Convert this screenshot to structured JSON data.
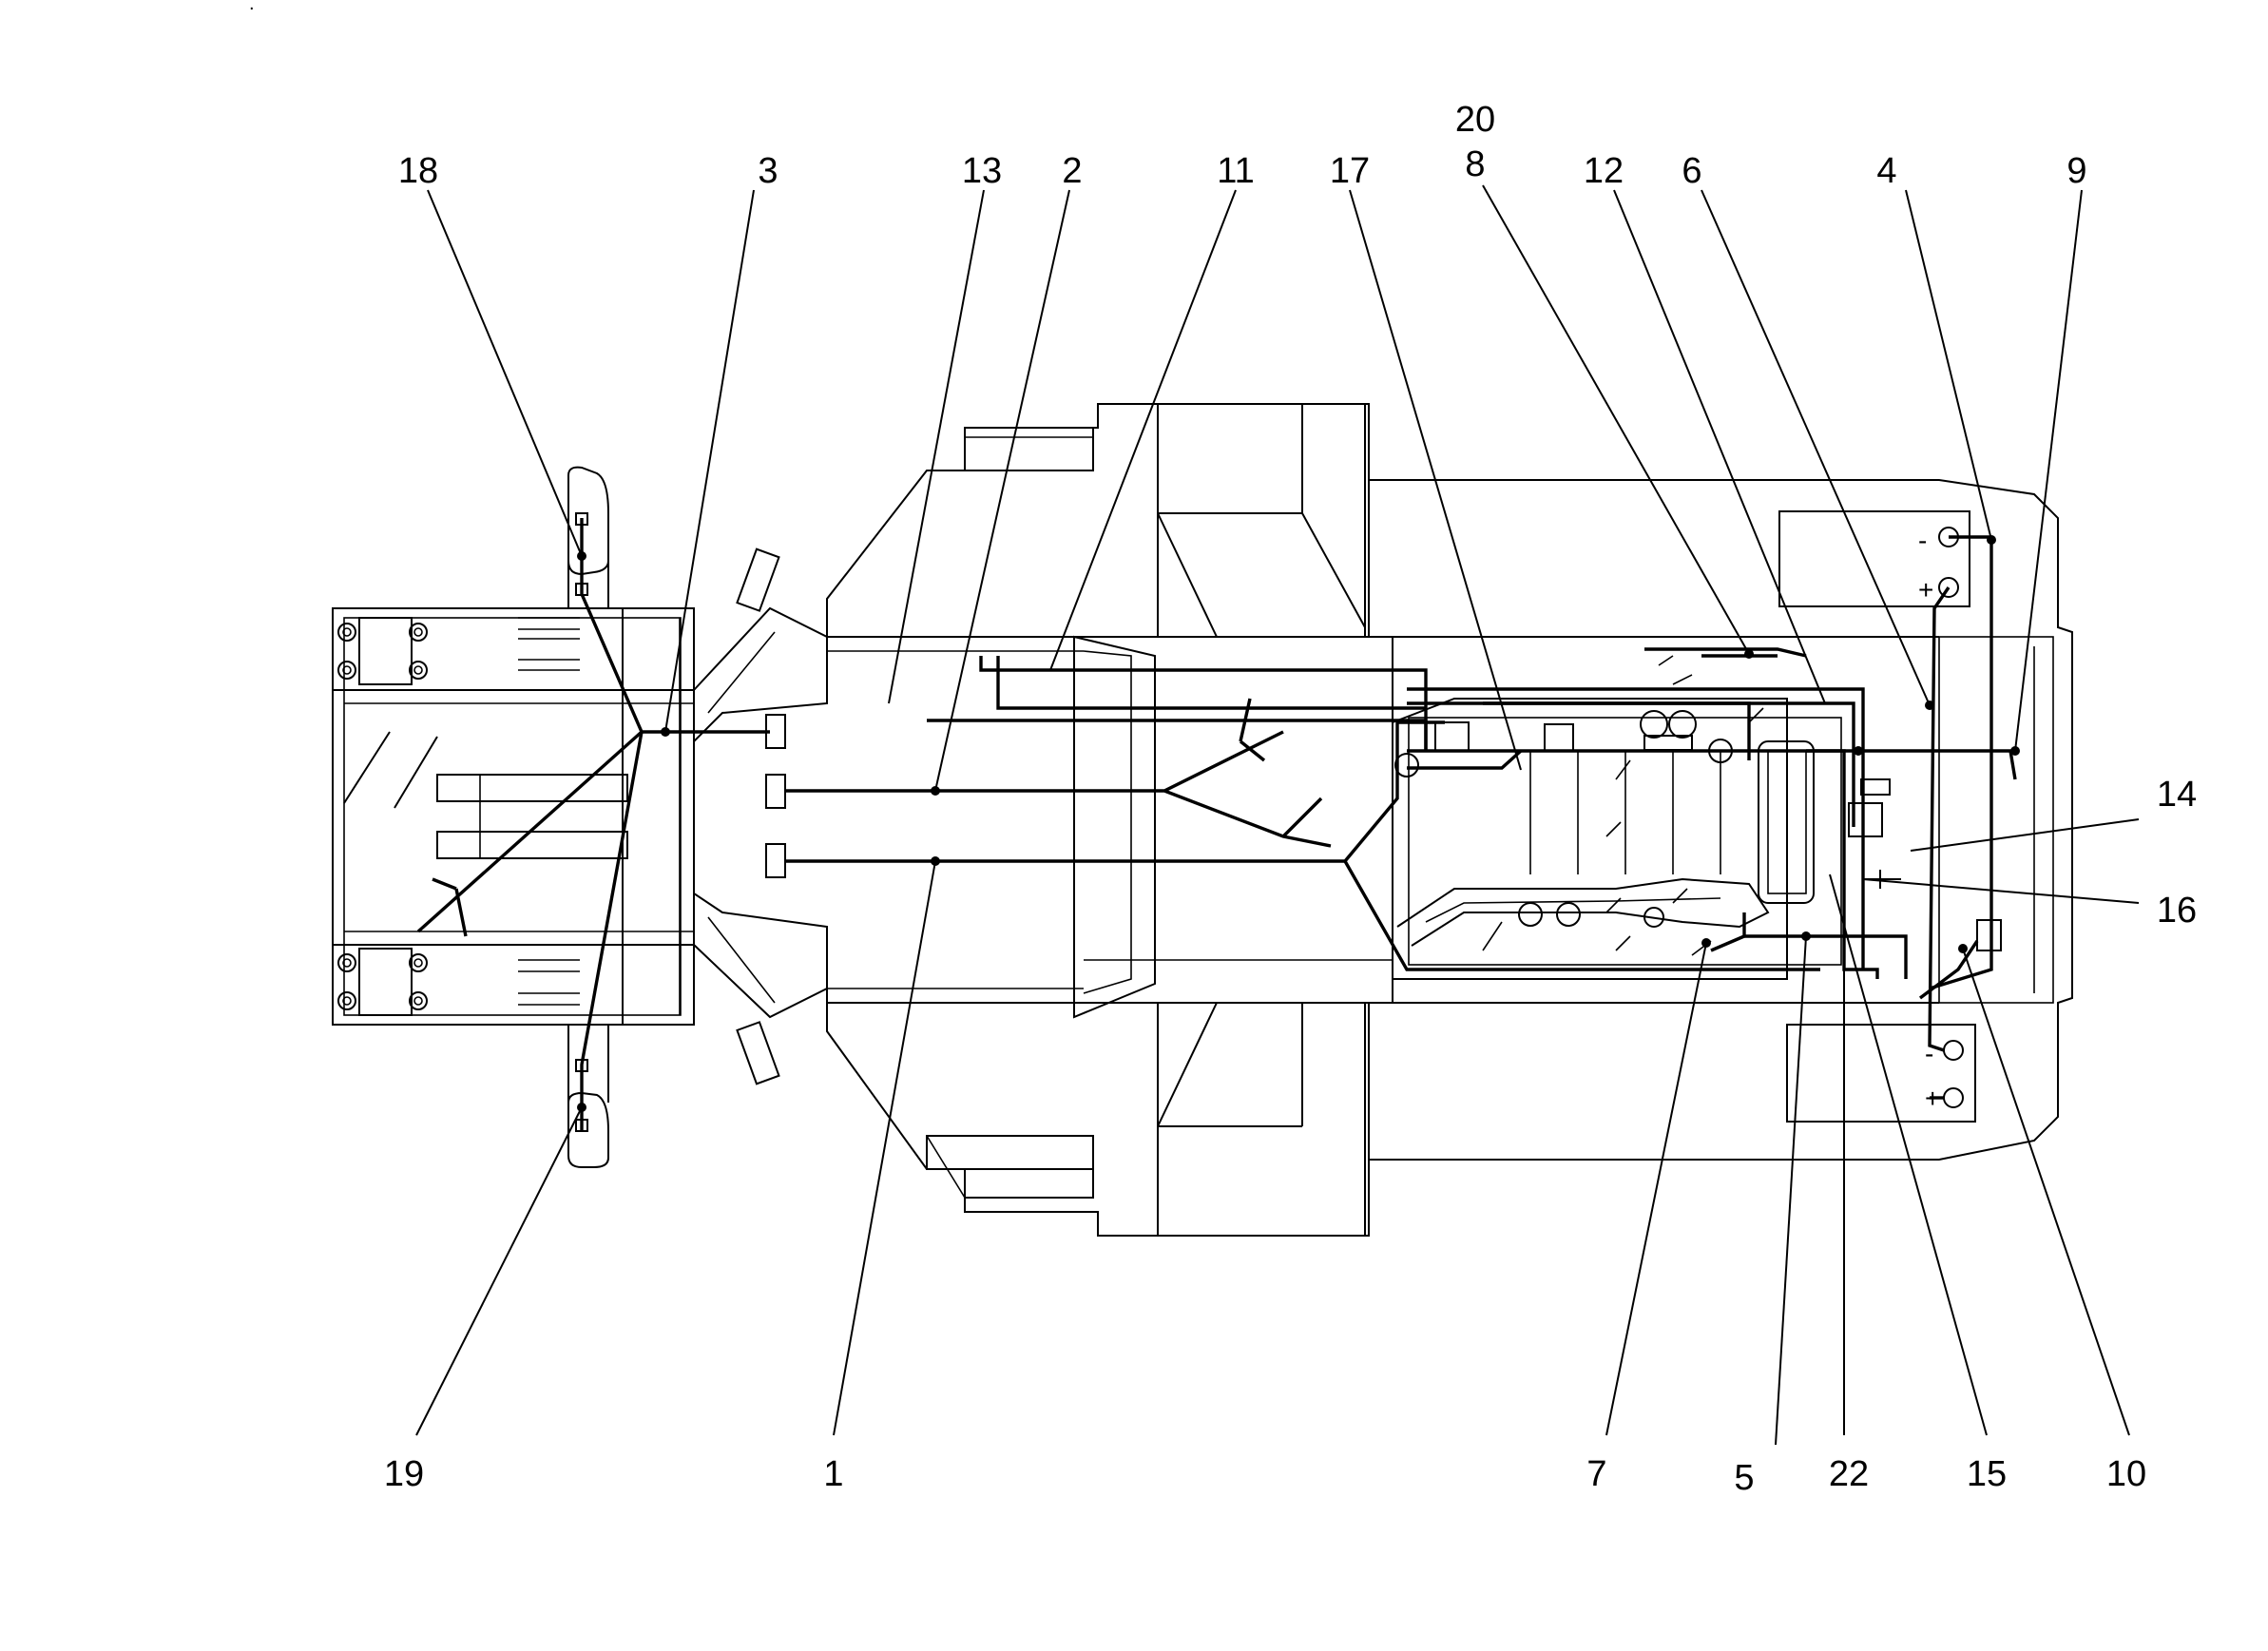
{
  "diagram": {
    "callouts": [
      "1",
      "2",
      "3",
      "4",
      "5",
      "6",
      "7",
      "8",
      "9",
      "10",
      "11",
      "12",
      "13",
      "14",
      "15",
      "16",
      "17",
      "18",
      "19",
      "20",
      "22"
    ],
    "battery_top": {
      "minus": "-",
      "plus": "+"
    },
    "battery_bottom": {
      "minus": "-",
      "plus": "+"
    },
    "corner_mark": "."
  }
}
